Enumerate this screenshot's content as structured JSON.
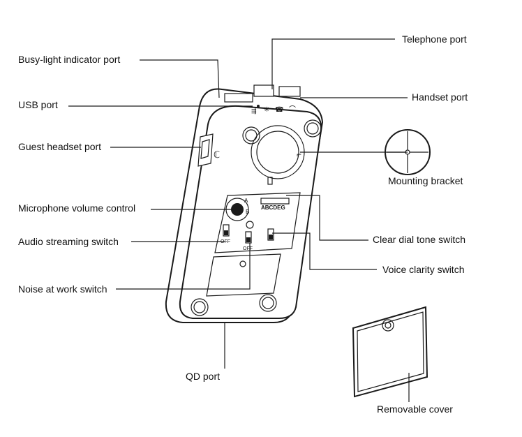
{
  "labels": {
    "telephone_port": "Telephone port",
    "busy_light_indicator_port": "Busy-light indicator port",
    "usb_port": "USB port",
    "handset_port": "Handset port",
    "guest_headset_port": "Guest headset port",
    "mounting_bracket": "Mounting bracket",
    "microphone_volume_control": "Microphone volume control",
    "clear_dial_tone_switch": "Clear dial tone switch",
    "audio_streaming_switch": "Audio streaming switch",
    "voice_clarity_switch": "Voice clarity switch",
    "noise_at_work_switch": "Noise at work switch",
    "qd_port": "QD port",
    "removable_cover": "Removable cover"
  },
  "device_markings": {
    "dial_letters": "ABCDEG",
    "switch_off_left": "OFF",
    "switch_off_middle": "OFF",
    "dial_a": "A",
    "dial_b": "B"
  }
}
